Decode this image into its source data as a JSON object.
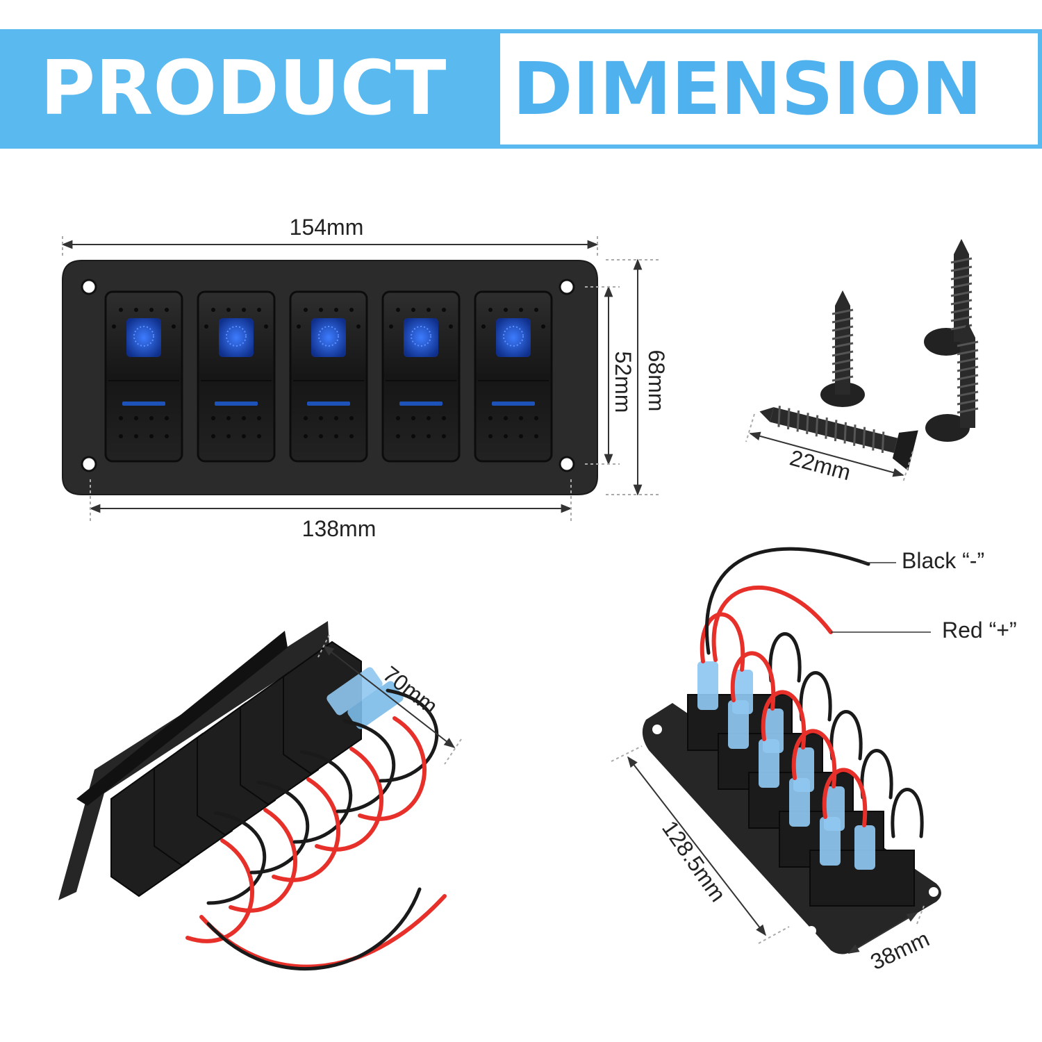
{
  "banner": {
    "left_text": "PRODUCT",
    "right_text": "DIMENSION",
    "accent": "#5ab9ef"
  },
  "dimensions": {
    "panel_width": "154mm",
    "panel_hole_spacing": "138mm",
    "panel_height": "68mm",
    "panel_hole_height": "52mm",
    "screw_length": "22mm",
    "depth": "70mm",
    "back_length": "128.5mm",
    "back_width": "38mm"
  },
  "wires": {
    "black_label": "Black “-”",
    "red_label": "Red “+”",
    "red_color": "#e8302a",
    "black_color": "#1a1a1a"
  },
  "switch": {
    "count": 5,
    "indicator_color": "#1f5ed6"
  }
}
